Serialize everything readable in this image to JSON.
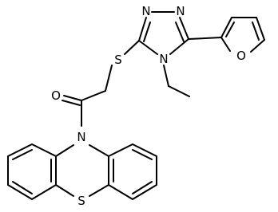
{
  "atoms": {
    "N1": "N",
    "N2": "N",
    "N4": "N",
    "S_thio": "S",
    "O_carbonyl": "O",
    "O_furan": "O",
    "N_ring": "N",
    "S_ring": "S"
  },
  "colors": {
    "bond": "#000000",
    "label": "#000000",
    "background": "#ffffff"
  }
}
